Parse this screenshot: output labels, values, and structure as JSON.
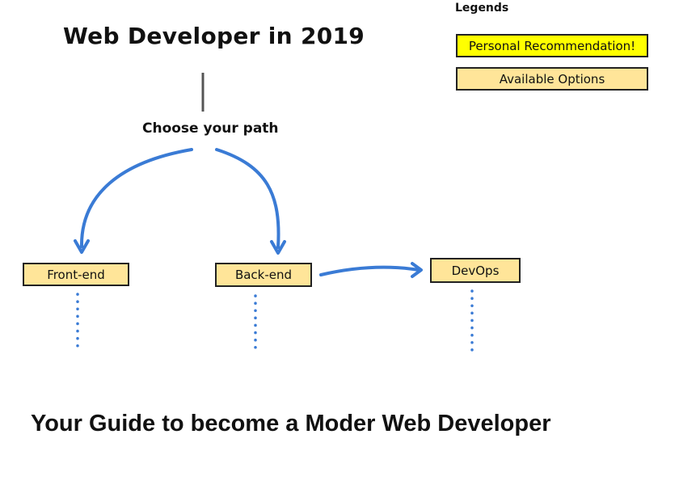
{
  "title": "Web Developer in 2019",
  "subtitle": "Choose your path",
  "legend": {
    "heading": "Legends",
    "items": [
      {
        "label": "Personal Recommendation!",
        "color": "#ffff00"
      },
      {
        "label": "Available Options",
        "color": "#ffe599"
      }
    ]
  },
  "paths": [
    {
      "label": "Front-end",
      "color": "#ffe599"
    },
    {
      "label": "Back-end",
      "color": "#ffe599"
    },
    {
      "label": "DevOps",
      "color": "#ffe599"
    }
  ],
  "colors": {
    "arrow": "#3a7bd5",
    "connector": "#555555",
    "border": "#222222"
  },
  "footer": {
    "heading": "Your Guide to become a Moder Web Developer"
  }
}
